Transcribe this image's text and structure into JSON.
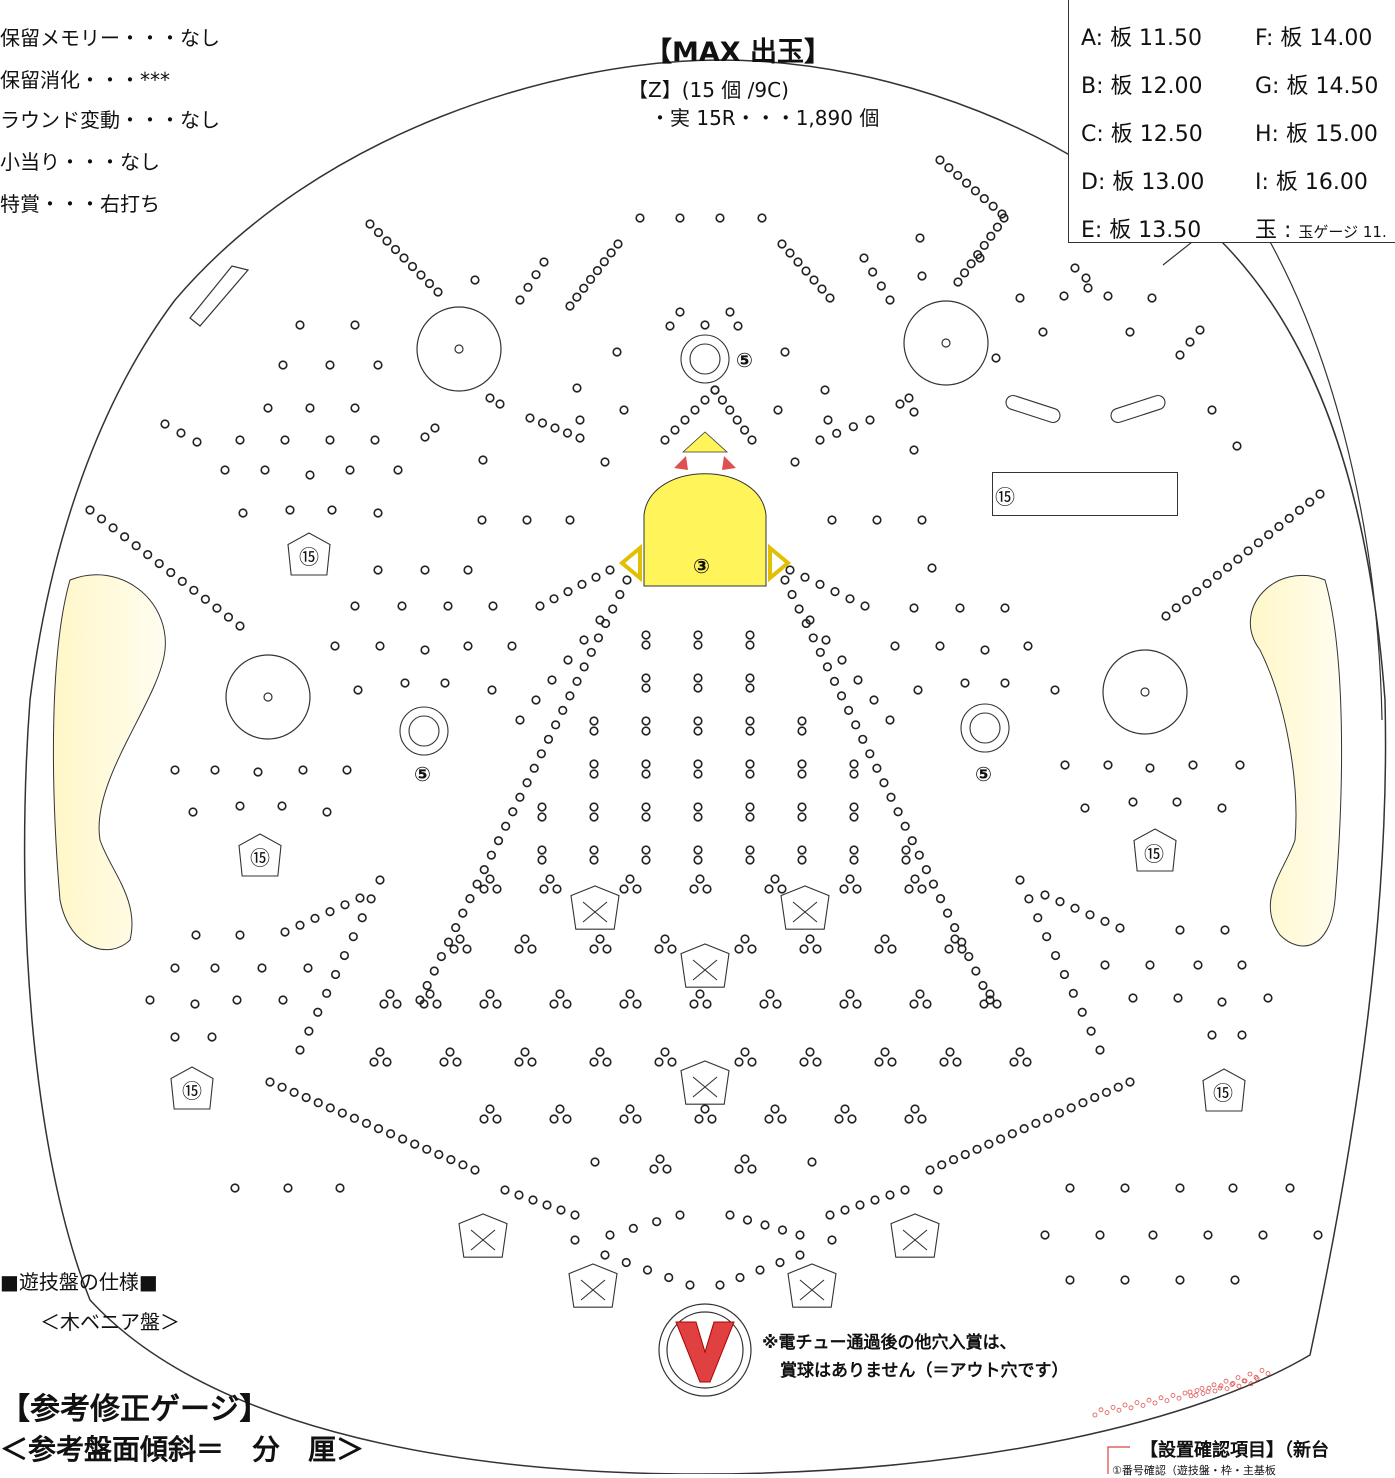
{
  "spec_list": [
    "保留メモリー・・・なし",
    "保留消化・・・***",
    "ラウンド変動・・・なし",
    "小当り・・・なし",
    "特賞・・・右打ち"
  ],
  "max_payout": {
    "title": "【MAX 出玉】",
    "line1": "【Z】(15 個 /9C)",
    "line2": "・実 15R・・・1,890 個"
  },
  "gauge_table": [
    {
      "left": "A: 板 11.50",
      "right": "F: 板 14.00"
    },
    {
      "left": "B: 板 12.00",
      "right": "G: 板 14.50"
    },
    {
      "left": "C: 板 12.50",
      "right": "H: 板 15.00"
    },
    {
      "left": "D: 板 13.00",
      "right": "I: 板 16.00"
    },
    {
      "left": "E: 板 13.50",
      "right_a": "玉 : ",
      "right_b": "玉ゲージ 11."
    }
  ],
  "labels": {
    "center_award": "③",
    "pocket_5": "⑤",
    "pocket_15": "⑮"
  },
  "board_spec_title": "■遊技盤の仕様■",
  "board_spec_sub": "＜木ベニア盤＞",
  "ref_gauge_title": "【参考修正ゲージ】",
  "ref_tilt": "＜参考盤面傾斜＝　分　厘＞",
  "note_line1": "※電チュー通過後の他穴入賞は、",
  "note_line2": "賞球はありません（＝アウト穴です）",
  "install_title": "【設置確認項目】（新台",
  "install_sub": "①番号確認（遊技盤・枠・主基板",
  "colors": {
    "yellow": "#fff45a",
    "pale_yellow": "#fffadc",
    "red": "#e05050",
    "line": "#333333"
  }
}
